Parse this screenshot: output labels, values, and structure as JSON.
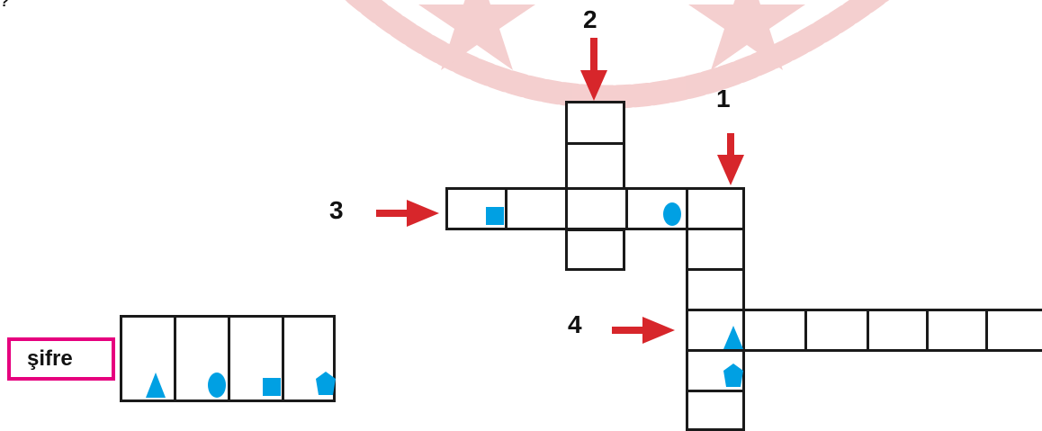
{
  "colors": {
    "accent": "#00a0e3",
    "arrow": "#d7262b",
    "border": "#1a1a1a",
    "label_border": "#e6007e",
    "watermark": "#f3c7c7"
  },
  "top_left_mark": "?",
  "clues": [
    {
      "number": "1",
      "direction": "down"
    },
    {
      "number": "2",
      "direction": "down"
    },
    {
      "number": "3",
      "direction": "across"
    },
    {
      "number": "4",
      "direction": "across"
    }
  ],
  "symbols": {
    "square": "square-symbol",
    "ellipse": "ellipse-symbol",
    "triangle": "triangle-symbol",
    "pentagon": "pentagon-symbol"
  },
  "code_box": {
    "label": "şifre",
    "symbols": [
      "triangle",
      "ellipse",
      "square",
      "pentagon"
    ]
  }
}
